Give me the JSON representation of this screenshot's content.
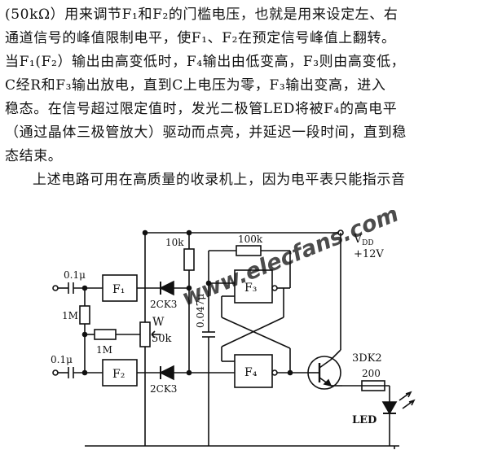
{
  "document": {
    "paragraph1": [
      "(50kΩ）用来调节F₁和F₂的门槛电压，也就是用来设定左、右",
      "通道信号的峰值限制电平，使F₁、F₂在预定信号峰值上翻转。",
      "当F₁(F₂）输出由高变低时，F₄输出由低变高，F₃则由高变低，",
      "C经R和F₃输出放电，直到C上电压为零，F₃输出变高，进入",
      "稳态。在信号超过限定值时，发光二极管LED将被F₄的高电平",
      "（通过晶体三极管放大）驱动而点亮，并延迟一段时间，直到稳",
      "态结束。"
    ],
    "paragraph2": "上述电路可用在高质量的收录机上，因为电平表只能指示音"
  },
  "circuit": {
    "gate_f1": "F₁",
    "gate_f2": "F₂",
    "gate_f3": "F₃",
    "gate_f4": "F₄",
    "cap_in1": "0.1μ",
    "cap_in2": "0.1μ",
    "res_1m_a": "1M",
    "res_1m_b": "1M",
    "diode_1": "2CK3",
    "diode_2": "2CK3",
    "pot_label": "W",
    "pot_value": "50k",
    "res_10k": "10k",
    "res_100k": "100k",
    "cap_timing": "0.047μ",
    "supply_label": "V",
    "supply_sub": "DD",
    "supply_value": "+12V",
    "transistor": "3DK2",
    "res_200": "200",
    "led_label": "LED",
    "watermark": "www.elecfans.com"
  }
}
